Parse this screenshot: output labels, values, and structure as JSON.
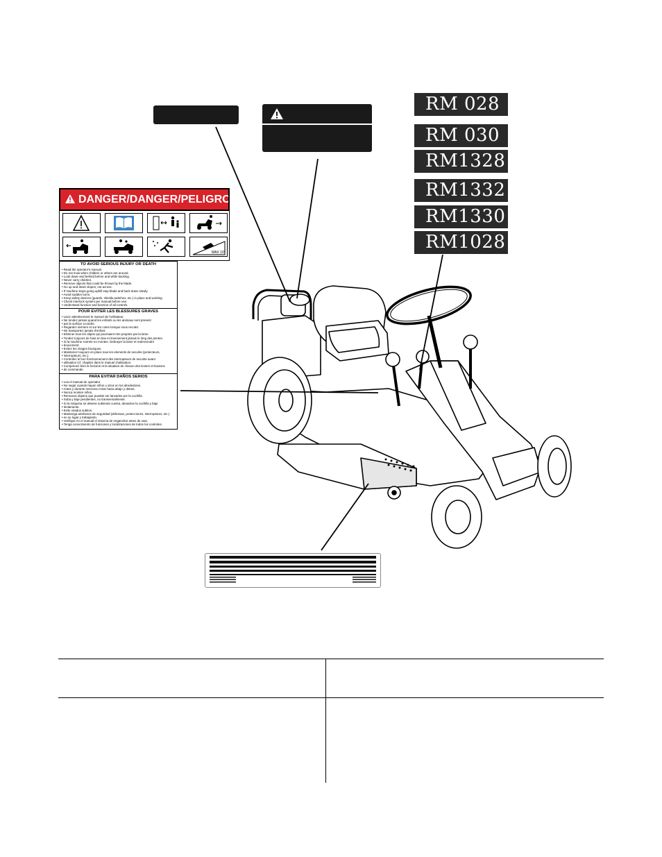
{
  "models": [
    "RM 028",
    "RM 030",
    "RM1328",
    "RM1332",
    "RM1330",
    "RM1028"
  ],
  "danger_decal": {
    "header": "DANGER/DANGER/PELIGRO",
    "section_en": {
      "title": "TO AVOID SERIOUS INJURY OR DEATH",
      "items": [
        "Read the operator's manual.",
        "Do not mow when children or others are around.",
        "Look down and behind before and while backing.",
        "Never carry children.",
        "Remove objects that could be thrown by the blade.",
        "Go up and down slopes, not across.",
        "If machine stops going uphill stop blade and back down slowly.",
        "Avoid sudden turns.",
        "Keep safety devices (guards, shields,switches, etc.) in place and working.",
        "Check interlock system per manual before use.",
        "Understand function and function of all controls."
      ]
    },
    "section_fr": {
      "title": "POUR EVITER LES BLESSURES GRAVES",
      "items": [
        "Lisez attentivement le manuel de l'utilisateur.",
        "Ne tondez jamais quand les enfants ou les animaux sont present",
        "par la surface a tondre.",
        "Regardez derriere et sur les cotes lorsque vous reculez.",
        "Ne transportez jamais d'enfant.",
        "Eliminer tous les objets qui pourraient etre projetes par la lame.",
        "Tondez toujours de haut en bas et inversement jamais le long des pentes.",
        "Si la machine s'arrete en montee. Debrayer la lame et redescendre",
        "doucement.",
        "Evitez les virages brusques.",
        "Maintenez toujours en place tous les elements de securite (protecteurs,",
        "interrupteurs, etc.).",
        "Controlez le bon fonctionnement des interrupteurs de securite avant",
        "utilisation (cf. chapitre dans le manuel d'utilisation.",
        "Comprenez bien la fonction et la situation de chacun des leviers et boutons",
        "de commande."
      ]
    },
    "section_es": {
      "title": "PARA EVITAR DAÑOS SERIOS",
      "items": [
        "Lea el manual de operador.",
        "No segar cuando hayan niños u otros en los alrededores.",
        "Antes y durante retroceso mirar hacia abajo y detras.",
        "Nunca monten niños.",
        "Remueva objetos que puedan ser lanzados por la cuchilla.",
        "Suba y baje pendientes, no transversalmente.",
        "Si la máquina se detiene subiendo cuesta, desactive la cuchilla y baje",
        "lentamente.",
        "Evite virados subitos.",
        "Mantenga artefactos de seguridad (defensas, protecciones, interruptores, etc.)",
        "en su lugar y trabajando.",
        "Verifique en el manual el sistema de enganchar antes de usar.",
        "Tenga conocimiento de funciones y localizaciones de todos los controles."
      ]
    },
    "slope_max": "MAX 10°"
  },
  "icons": {
    "warning": "warning-triangle-icon",
    "manual": "open-manual-icon",
    "distance": "keep-distance-icon",
    "mower": "riding-mower-icon"
  }
}
